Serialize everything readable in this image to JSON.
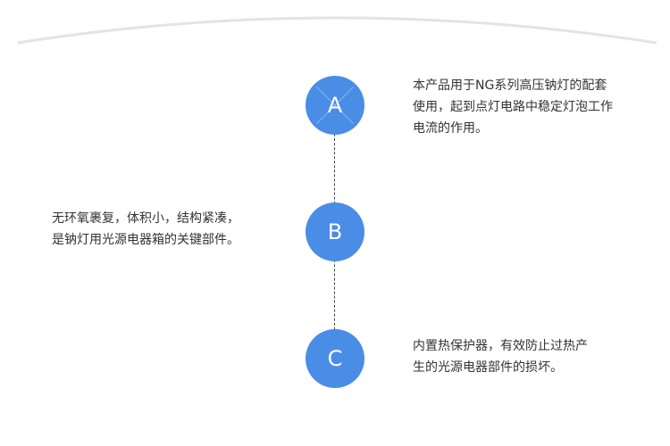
{
  "nodes": [
    {
      "letter": "A",
      "lines": [
        "本产品用于NG系列高压钠灯的配套",
        "使用，起到点灯电路中稳定灯泡工作",
        "电流的作用。"
      ]
    },
    {
      "letter": "B",
      "lines": [
        "无环氧裹复，体积小，结构紧凑，",
        "是钠灯用光源电器箱的关键部件。"
      ]
    },
    {
      "letter": "C",
      "lines": [
        "内置热保护器，有效防止过热产",
        "生的光源电器部件的损坏。"
      ]
    }
  ],
  "colors": {
    "node_fill": "#4a8de6",
    "text": "#333333",
    "line": "#444444"
  }
}
